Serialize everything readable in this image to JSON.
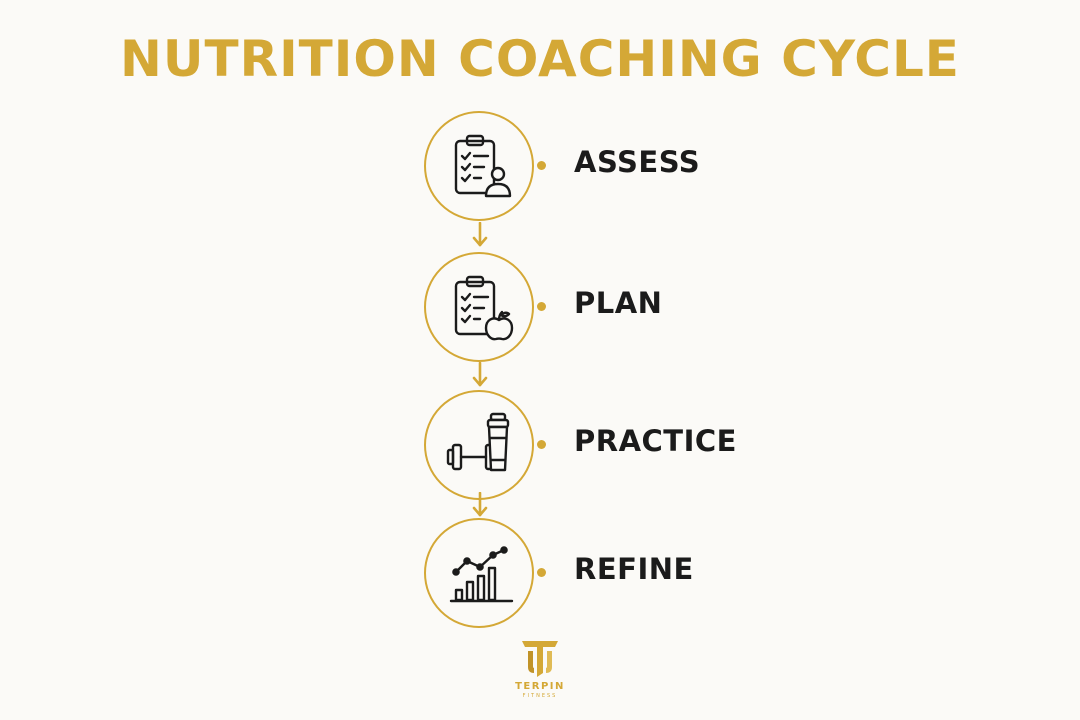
{
  "title": "NUTRITION COACHING CYCLE",
  "steps": [
    {
      "label": "ASSESS",
      "icon": "clipboard-person-icon"
    },
    {
      "label": "PLAN",
      "icon": "clipboard-apple-icon"
    },
    {
      "label": "PRACTICE",
      "icon": "dumbbell-shaker-icon"
    },
    {
      "label": "REFINE",
      "icon": "progress-chart-icon"
    }
  ],
  "logo": {
    "name": "TERPIN",
    "sub": "FITNESS"
  },
  "colors": {
    "accent": "#d4a836",
    "text": "#1b1b1b",
    "background": "#fbfaf7"
  }
}
